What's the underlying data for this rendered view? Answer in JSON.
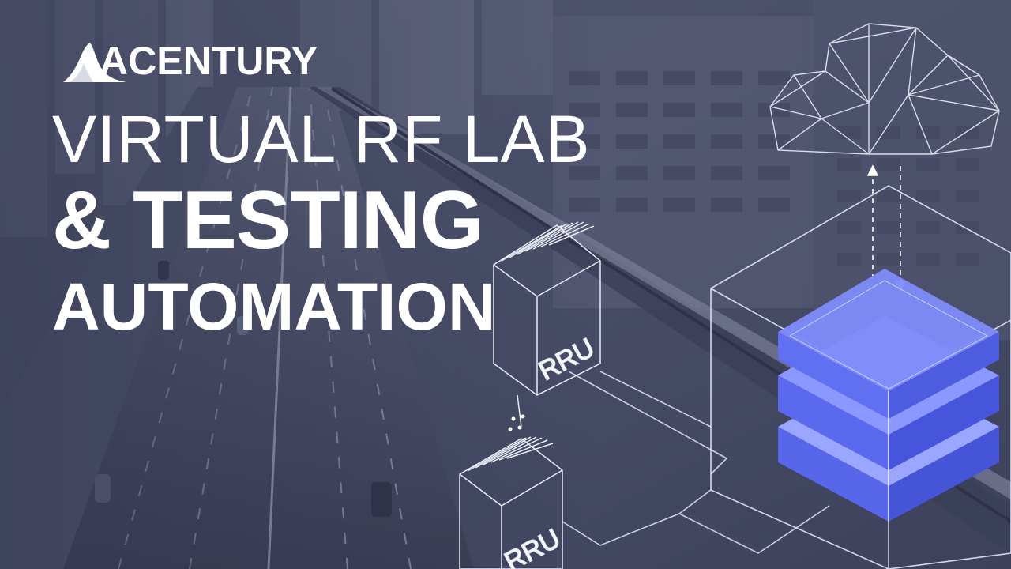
{
  "brand": {
    "name": "ACENTURY",
    "logo_icon": "mountain-peak-icon"
  },
  "headline": {
    "line1": "VIRTUAL RF LAB",
    "line2": "& TESTING",
    "line3": "AUTOMATION"
  },
  "diagram": {
    "unit_top": "RRU",
    "unit_bottom": "RRU",
    "cloud_icon": "cloud-mesh-icon",
    "server_icon": "server-cube-icon"
  },
  "colors": {
    "overlay": "#3d4260",
    "accent_blue": "#5a6cf0",
    "text": "#ffffff"
  }
}
